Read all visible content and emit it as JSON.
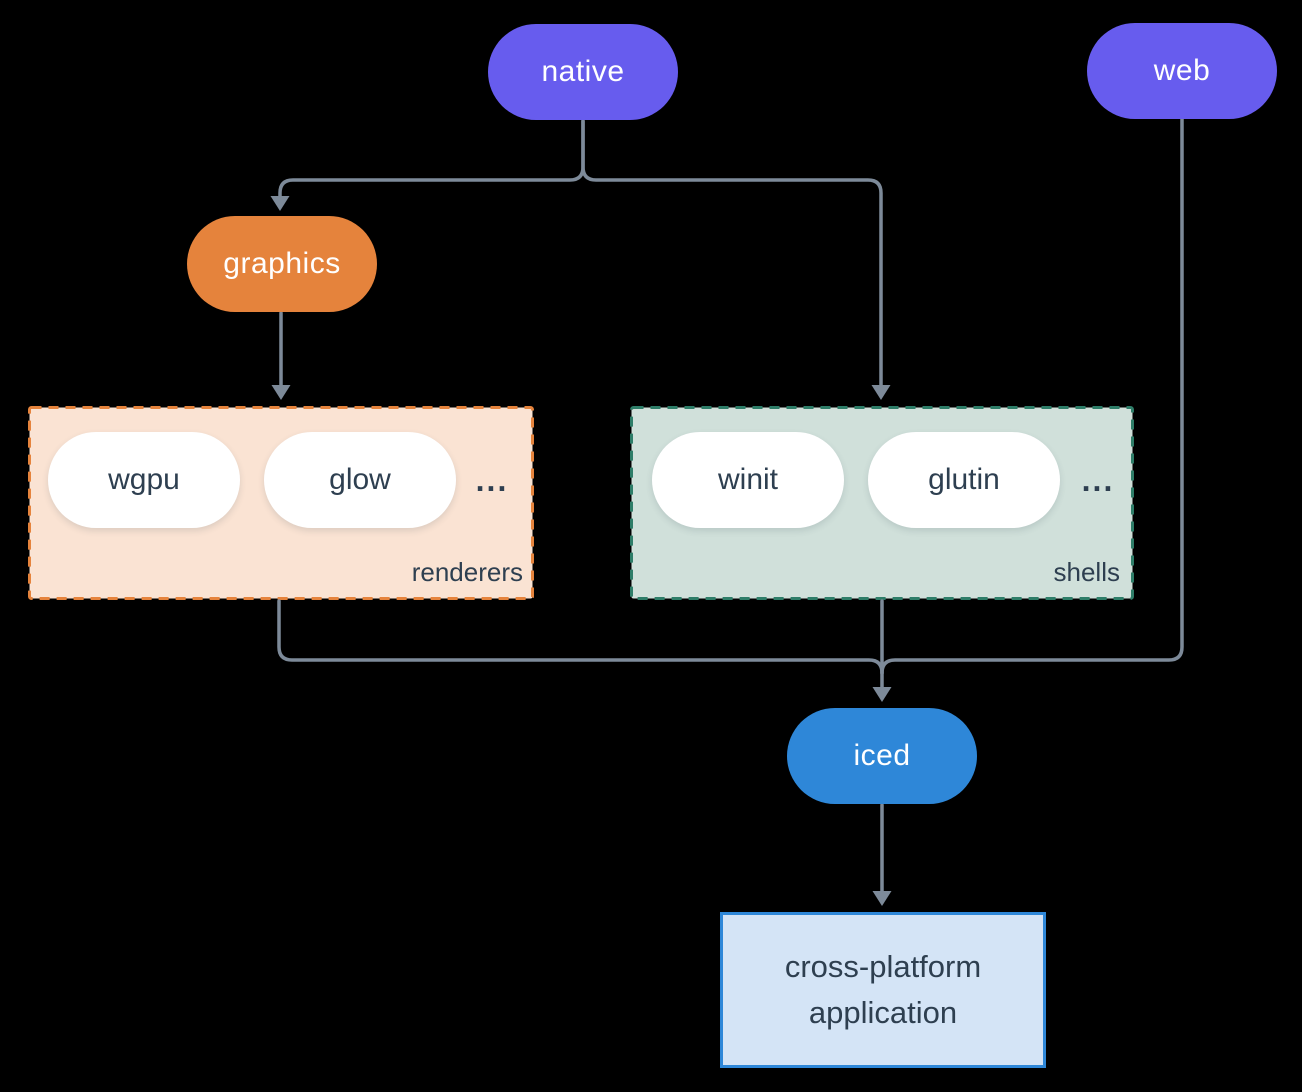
{
  "nodes": {
    "native": {
      "label": "native"
    },
    "web": {
      "label": "web"
    },
    "graphics": {
      "label": "graphics"
    },
    "iced": {
      "label": "iced"
    },
    "application": {
      "line1": "cross-platform",
      "line2": "application"
    }
  },
  "groups": {
    "renderers": {
      "label": "renderers",
      "items": [
        "wgpu",
        "glow"
      ],
      "ellipsis": "..."
    },
    "shells": {
      "label": "shells",
      "items": [
        "winit",
        "glutin"
      ],
      "ellipsis": "..."
    }
  },
  "edges": [
    {
      "from": "native",
      "to": "graphics"
    },
    {
      "from": "native",
      "to": "shells"
    },
    {
      "from": "graphics",
      "to": "renderers"
    },
    {
      "from": "renderers",
      "to": "iced"
    },
    {
      "from": "shells",
      "to": "iced"
    },
    {
      "from": "web",
      "to": "iced"
    },
    {
      "from": "iced",
      "to": "application"
    }
  ],
  "colors": {
    "background": "#000000",
    "platform_pill": "#675cee",
    "graphics_pill": "#e5833c",
    "iced_pill": "#2e87d8",
    "item_pill": "#ffffff",
    "renderers_box_bg": "#fae3d3",
    "renderers_box_border": "#e5833c",
    "shells_box_bg": "#d0e0da",
    "shells_box_border": "#2e7d68",
    "application_box_bg": "#d4e4f6",
    "application_box_border": "#2e87d8",
    "connector": "#7d8a99",
    "text_dark": "#2e3f50",
    "text_light": "#ffffff"
  }
}
